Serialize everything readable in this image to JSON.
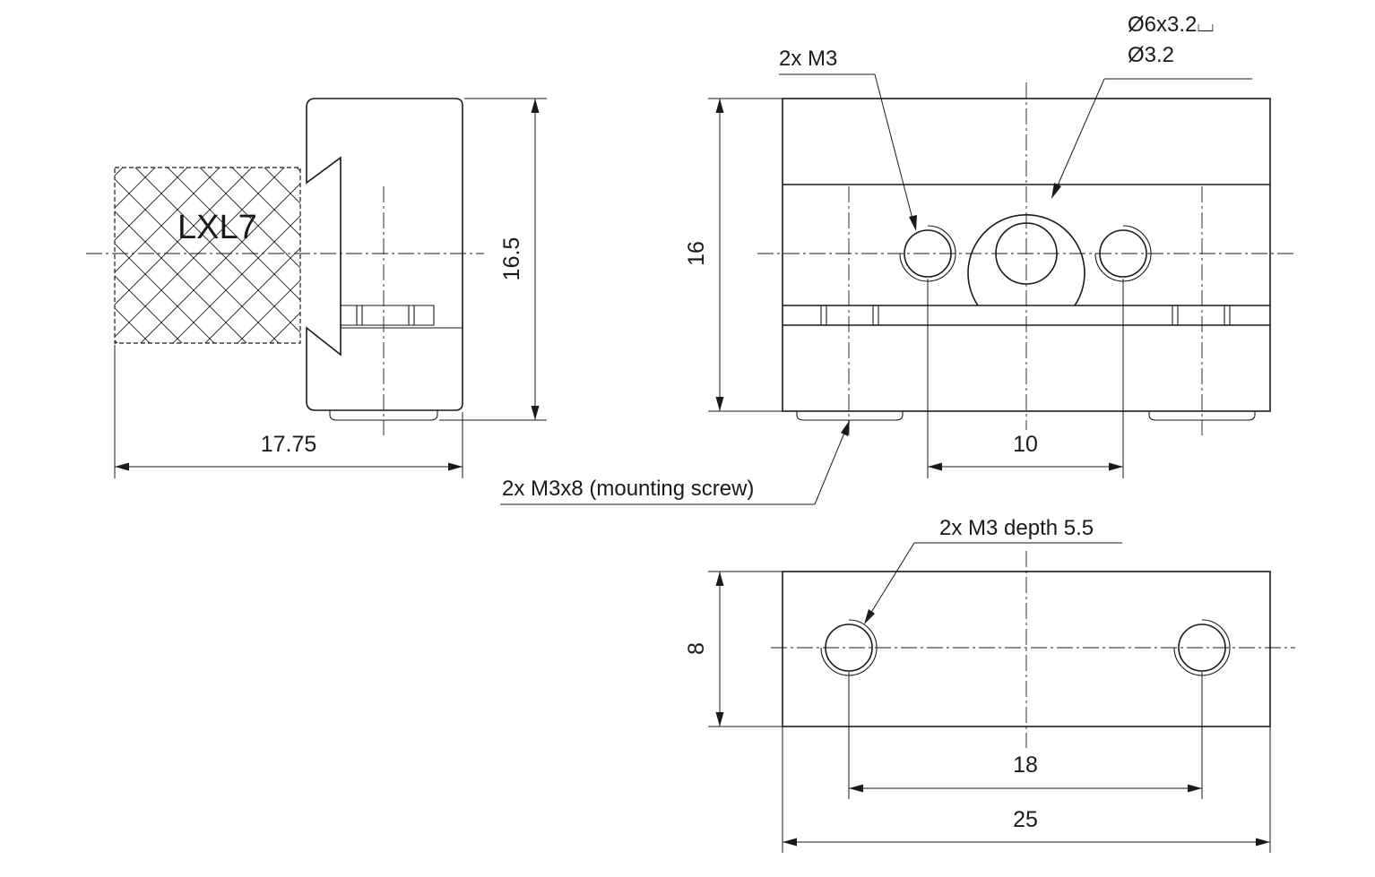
{
  "drawing": {
    "side_view": {
      "belt_label": "LXL7",
      "dim_height": "16.5",
      "dim_length": "17.75"
    },
    "front_view": {
      "callout_holes": "2x M3",
      "callout_counterbore_line1": "Ø6x3.2⌴",
      "callout_counterbore_line2": "Ø3.2",
      "dim_height": "16",
      "dim_hole_spacing": "10",
      "callout_screws": "2x M3x8 (mounting screw)"
    },
    "bottom_view": {
      "callout_threads": "2x M3 depth 5.5",
      "dim_height": "8",
      "dim_hole_spacing": "18",
      "dim_width": "25"
    }
  }
}
